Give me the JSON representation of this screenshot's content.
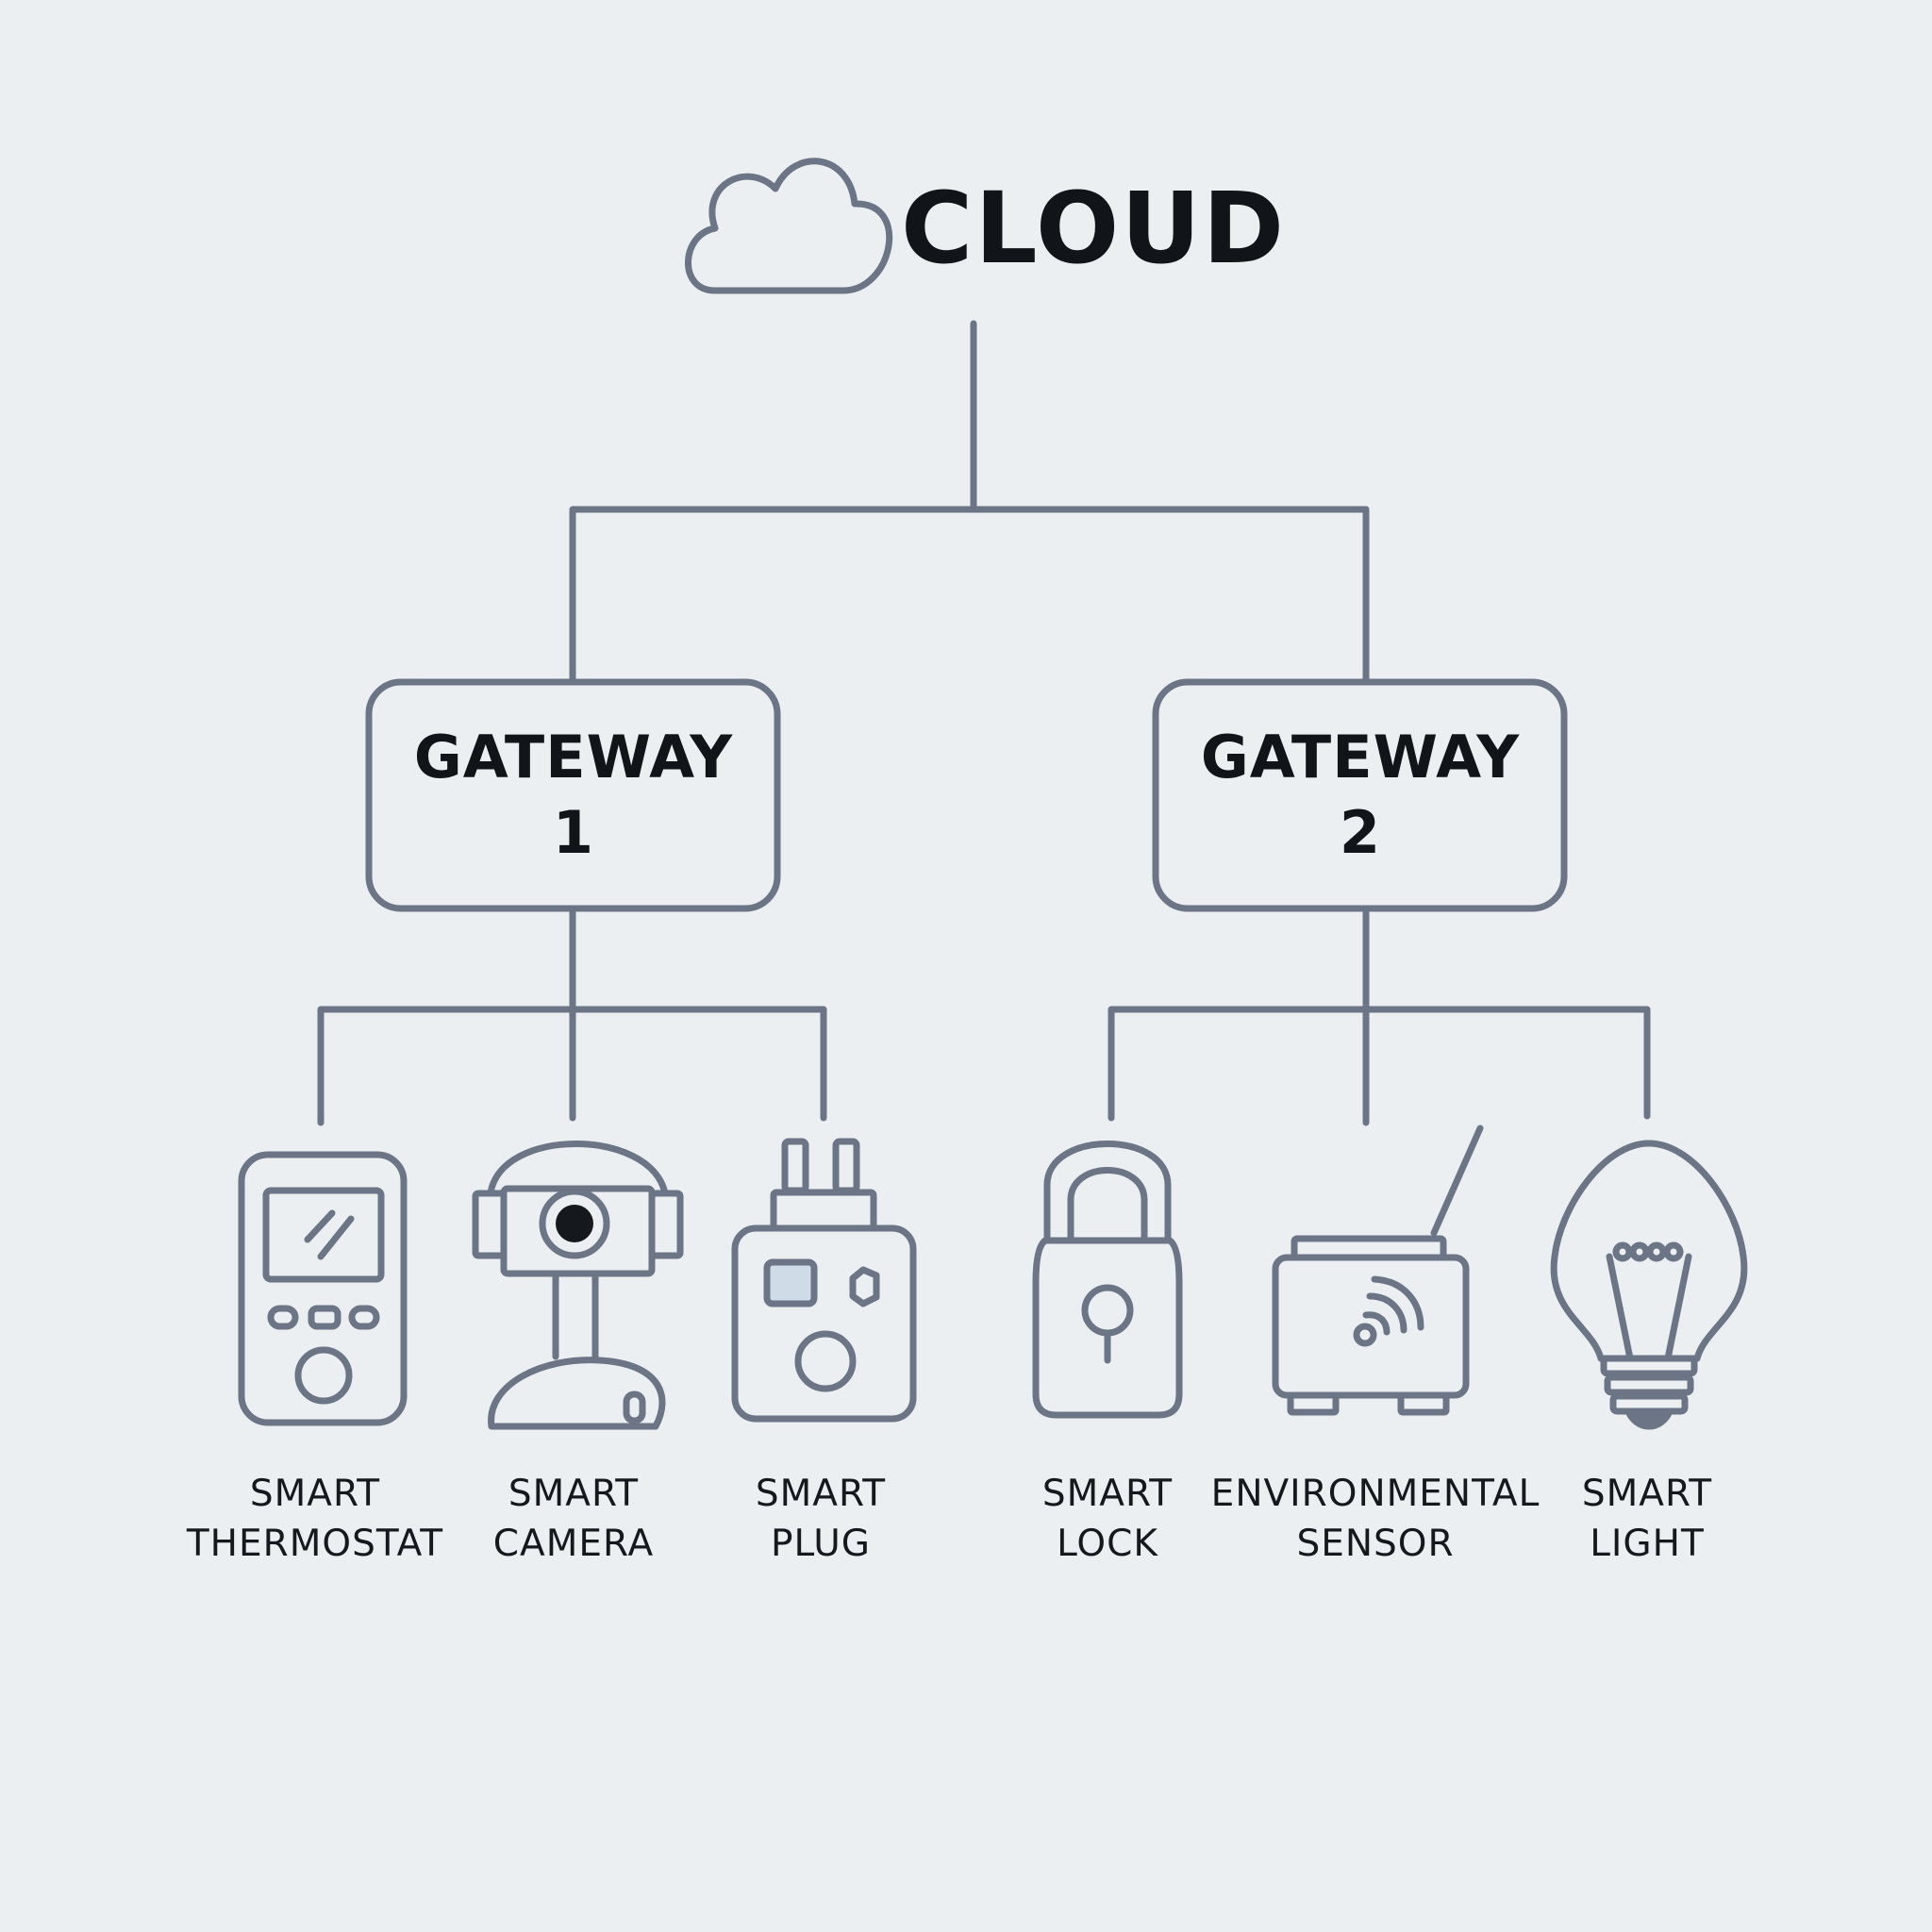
{
  "cloud": {
    "label": "CLOUD",
    "icon": "cloud-icon"
  },
  "gateways": [
    {
      "line1": "GATEWAY",
      "line2": "1"
    },
    {
      "line1": "GATEWAY",
      "line2": "2"
    }
  ],
  "devices": [
    {
      "line1": "SMART",
      "line2": "THERMOSTAT",
      "icon": "thermostat-icon"
    },
    {
      "line1": "SMART",
      "line2": "CAMERA",
      "icon": "camera-icon"
    },
    {
      "line1": "SMART",
      "line2": "PLUG",
      "icon": "plug-icon"
    },
    {
      "line1": "SMART",
      "line2": "LOCK",
      "icon": "lock-icon"
    },
    {
      "line1": "ENVIRONMENTAL",
      "line2": "SENSOR",
      "icon": "sensor-icon"
    },
    {
      "line1": "SMART",
      "line2": "LIGHT",
      "icon": "light-bulb-icon"
    }
  ],
  "colors": {
    "background": "#eceff2",
    "stroke": "#6b7585",
    "text": "#111418",
    "accent_fill": "#cfdbe7"
  }
}
